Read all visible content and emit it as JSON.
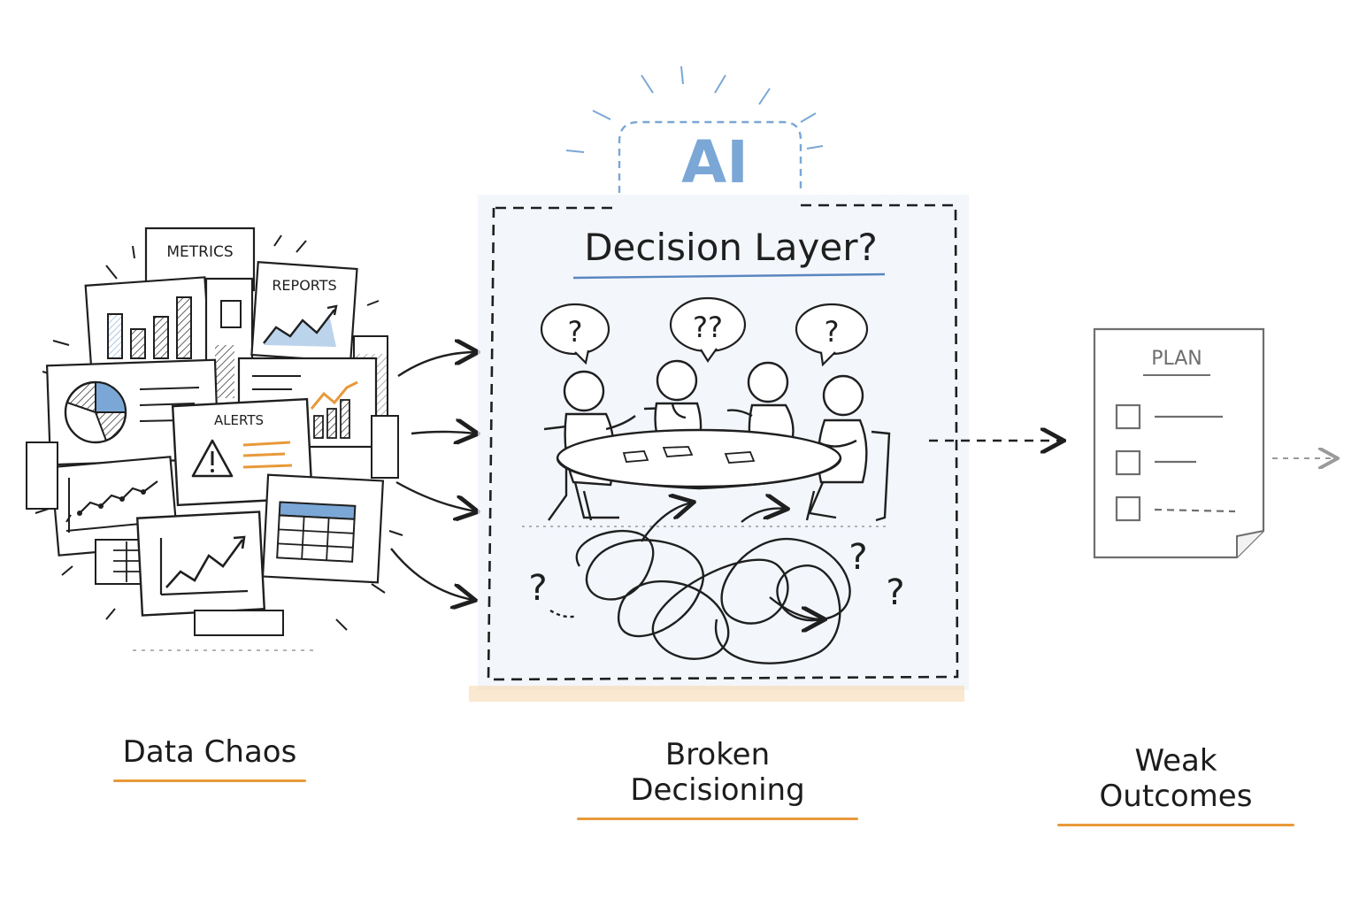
{
  "colors": {
    "ink": "#1f1f1f",
    "accent_orange": "#e89a3a",
    "accent_blue": "#7aa7d6",
    "faint_gray": "#9a9a9a"
  },
  "stages": {
    "data_chaos": {
      "caption": "Data Chaos",
      "cards": {
        "metrics": "METRICS",
        "reports": "REPORTS",
        "alerts": "ALERTS"
      }
    },
    "decision_layer": {
      "badge": "AI",
      "title": "Decision Layer?",
      "caption": "Broken Decisioning",
      "bubbles": [
        "?",
        "??",
        "?"
      ],
      "loose_marks": [
        "?",
        "?",
        "?"
      ]
    },
    "outcomes": {
      "document_title": "PLAN",
      "caption": "Weak Outcomes",
      "checklist_count": 3
    }
  },
  "icons": {
    "pie_chart": "pie-chart-icon",
    "bar_chart": "bar-chart-icon",
    "line_chart": "line-chart-icon",
    "warning": "warning-icon",
    "table": "table-icon",
    "arrow": "arrow-icon",
    "tangle": "tangled-path-icon",
    "checkbox": "checkbox-icon",
    "person": "person-icon"
  }
}
